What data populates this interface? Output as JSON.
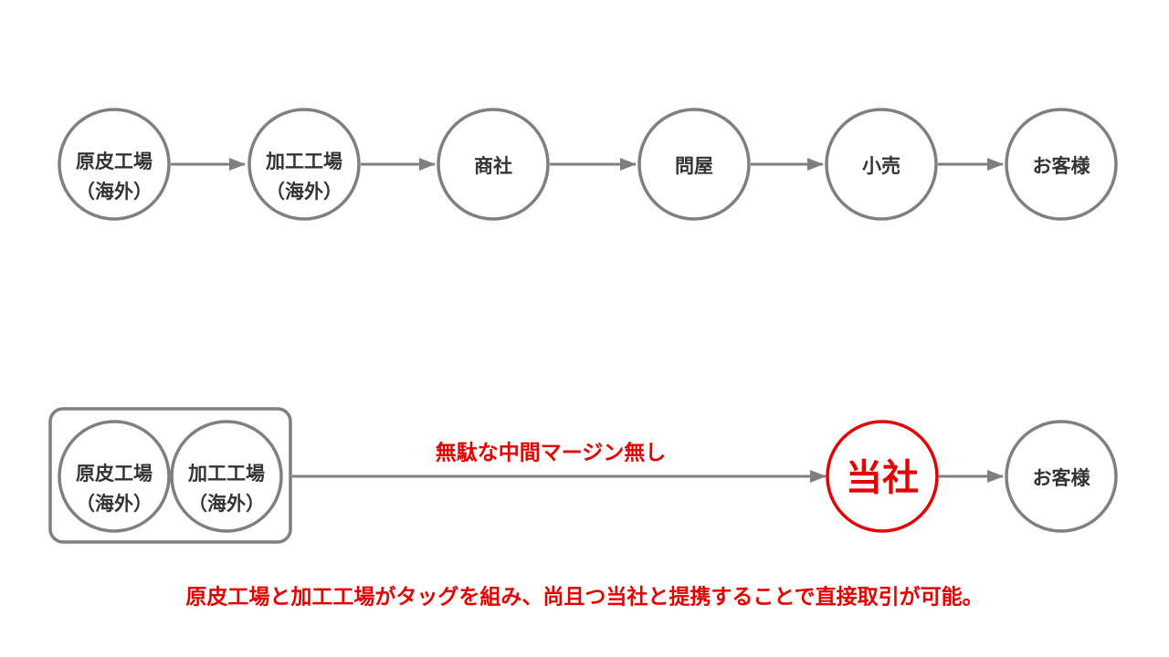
{
  "colors": {
    "node_stroke": "#7f7f7f",
    "text": "#333333",
    "accent": "#e60000"
  },
  "traditional_flow": {
    "nodes": [
      {
        "line1": "原皮工場",
        "line2": "（海外）"
      },
      {
        "line1": "加工工場",
        "line2": "（海外）"
      },
      {
        "line1": "商社"
      },
      {
        "line1": "問屋"
      },
      {
        "line1": "小売"
      },
      {
        "line1": "お客様"
      }
    ]
  },
  "direct_flow": {
    "group": [
      {
        "line1": "原皮工場",
        "line2": "（海外）"
      },
      {
        "line1": "加工工場",
        "line2": "（海外）"
      }
    ],
    "edge_label": "無駄な中間マージン無し",
    "company": "当社",
    "customer": "お客様"
  },
  "caption": "原皮工場と加工工場がタッグを組み、尚且つ当社と提携することで直接取引が可能。"
}
